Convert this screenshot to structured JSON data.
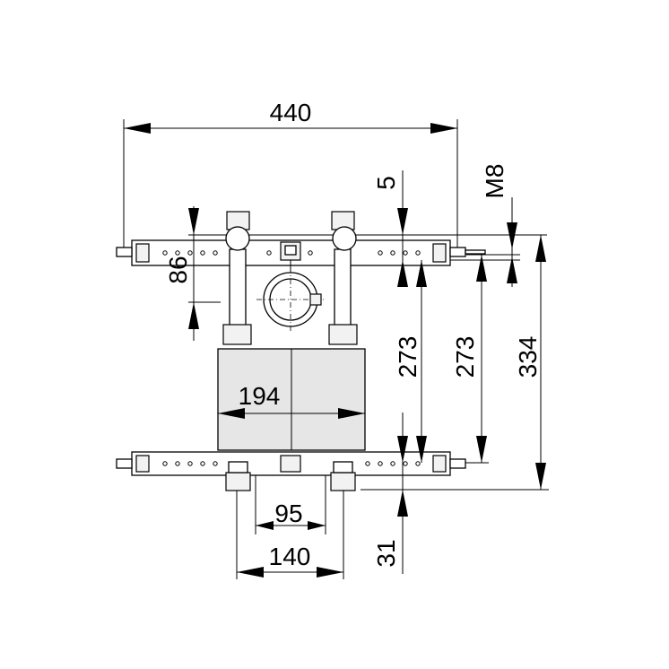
{
  "dimensions": {
    "overall_width": "440",
    "offset_top": "5",
    "thread": "M8",
    "bracket_height": "86",
    "box_width": "194",
    "center_distance_left": "273",
    "center_distance_right": "273",
    "overall_height": "334",
    "outlet_spacing_inner": "95",
    "outlet_spacing_outer": "140",
    "bottom_offset": "31"
  }
}
